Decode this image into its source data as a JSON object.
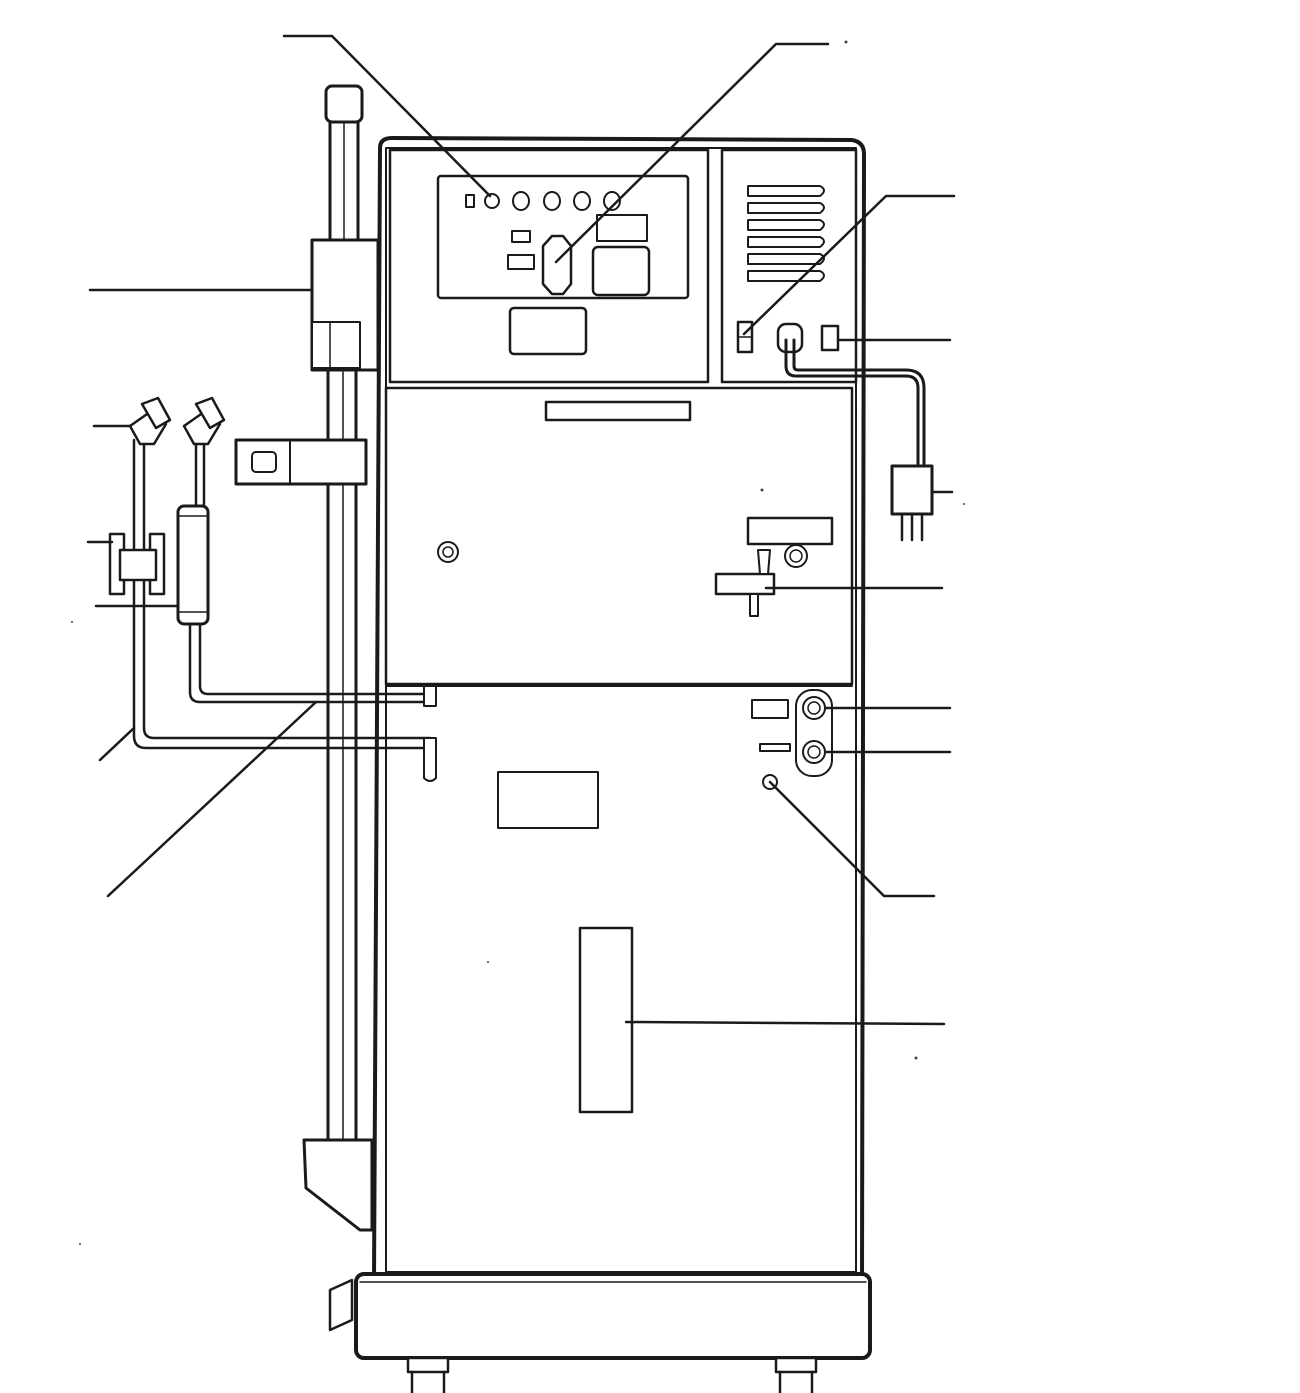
{
  "diagram": {
    "type": "unlabeled-line-drawing",
    "subject": "rear-view-medical-console-with-iv-pole",
    "colors": {
      "ink": "#1a1a1a",
      "paper": "#ffffff"
    },
    "callout_count": 17
  }
}
